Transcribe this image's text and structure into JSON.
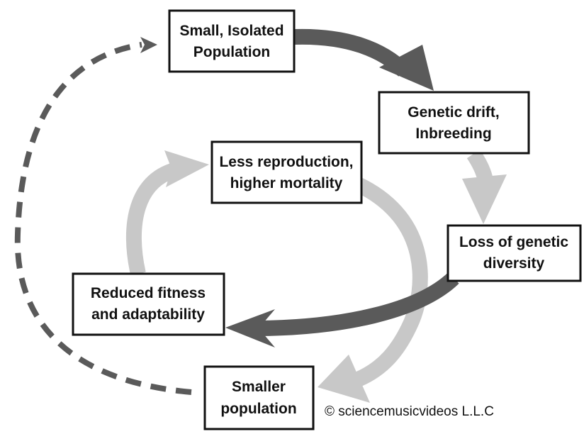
{
  "colors": {
    "dark_arrow": "#5a5a5a",
    "light_arrow": "#c8c8c8",
    "dashed_arrow": "#5a5a5a",
    "box_border": "#111111",
    "text": "#111111"
  },
  "nodes": {
    "small_isolated": {
      "line1": "Small, Isolated",
      "line2": "Population"
    },
    "genetic_drift": {
      "line1": "Genetic drift,",
      "line2": "Inbreeding"
    },
    "loss_diversity": {
      "line1": "Loss of genetic",
      "line2": "diversity"
    },
    "reduced_fitness": {
      "line1": "Reduced fitness",
      "line2": "and adaptability"
    },
    "smaller_population": {
      "line1": "Smaller",
      "line2": "population"
    },
    "less_reproduction": {
      "line1": "Less reproduction,",
      "line2": "higher mortality"
    }
  },
  "edges": [
    {
      "from": "small_isolated",
      "to": "genetic_drift",
      "style": "dark"
    },
    {
      "from": "genetic_drift",
      "to": "loss_diversity",
      "style": "light"
    },
    {
      "from": "loss_diversity",
      "to": "reduced_fitness",
      "style": "dark"
    },
    {
      "from": "reduced_fitness",
      "to": "less_reproduction",
      "style": "light"
    },
    {
      "from": "less_reproduction",
      "to": "smaller_population",
      "style": "light"
    },
    {
      "from": "smaller_population",
      "to": "small_isolated",
      "style": "dashed"
    }
  ],
  "credit": "© sciencemusicvideos L.L.C"
}
